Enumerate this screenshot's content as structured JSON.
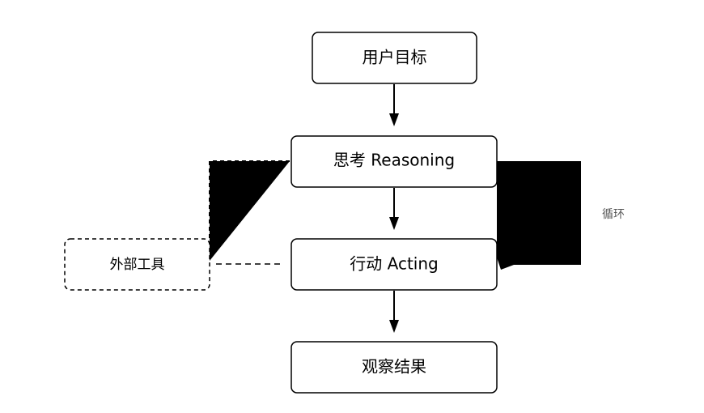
{
  "nodes": {
    "goal": "用户目标",
    "reasoning": "思考 Reasoning",
    "acting": "行动 Acting",
    "observe": "观察结果",
    "tools": "外部工具"
  },
  "edges": {
    "loop_label": "循环"
  },
  "colors": {
    "stroke": "#000000",
    "fill": "#ffffff",
    "loop_label": "#555555"
  }
}
